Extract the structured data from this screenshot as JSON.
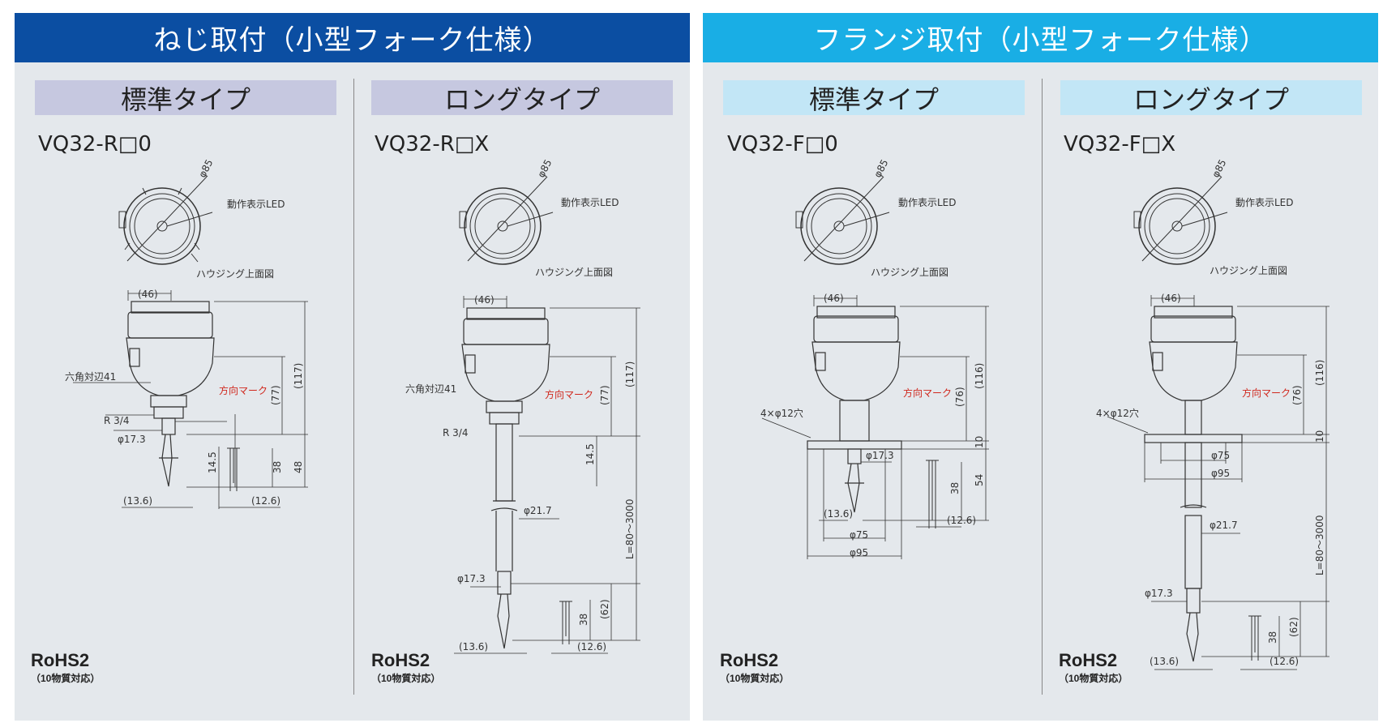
{
  "sections": [
    {
      "title": "ねじ取付（小型フォーク仕様）",
      "variants": [
        {
          "title": "標準タイプ",
          "model": "VQ32-R□0",
          "labels": {
            "dia": "φ85",
            "led": "動作表示LED",
            "top_view": "ハウジング上面図",
            "w46": "(46)",
            "hex": "六角対辺41",
            "mark": "方向マーク",
            "thread": "R 3/4",
            "d173": "φ17.3",
            "d136": "(13.6)",
            "d126": "(12.6)",
            "v145": "14.5",
            "v117": "(117)",
            "v77": "(77)",
            "v38": "38",
            "v48": "48"
          }
        },
        {
          "title": "ロングタイプ",
          "model": "VQ32-R□X",
          "labels": {
            "dia": "φ85",
            "led": "動作表示LED",
            "top_view": "ハウジング上面図",
            "w46": "(46)",
            "hex": "六角対辺41",
            "mark": "方向マーク",
            "thread": "R 3/4",
            "d217": "φ21.7",
            "d173": "φ17.3",
            "d136": "(13.6)",
            "d126": "(12.6)",
            "v145": "14.5",
            "v117": "(117)",
            "v77": "(77)",
            "vL": "L=80～3000",
            "v62": "(62)",
            "v38": "38"
          }
        }
      ]
    },
    {
      "title": "フランジ取付（小型フォーク仕様）",
      "variants": [
        {
          "title": "標準タイプ",
          "model": "VQ32-F□0",
          "labels": {
            "dia": "φ85",
            "led": "動作表示LED",
            "top_view": "ハウジング上面図",
            "w46": "(46)",
            "mark": "方向マーク",
            "holes": "4×φ12穴",
            "d173": "φ17.3",
            "d136": "(13.6)",
            "d75": "φ75",
            "d95": "φ95",
            "d126": "(12.6)",
            "v116": "(116)",
            "v76": "(76)",
            "v10": "10",
            "v38": "38",
            "v54": "54"
          }
        },
        {
          "title": "ロングタイプ",
          "model": "VQ32-F□X",
          "labels": {
            "dia": "φ85",
            "led": "動作表示LED",
            "top_view": "ハウジング上面図",
            "w46": "(46)",
            "mark": "方向マーク",
            "holes": "4×φ12穴",
            "d75": "φ75",
            "d95": "φ95",
            "d217": "φ21.7",
            "d173": "φ17.3",
            "d136": "(13.6)",
            "d126": "(12.6)",
            "v116": "(116)",
            "v76": "(76)",
            "v10": "10",
            "vL": "L=80～3000",
            "v62": "(62)",
            "v38": "38"
          }
        }
      ]
    }
  ],
  "rohs": {
    "label": "RoHS2",
    "note": "（10物質対応）"
  },
  "colors": {
    "banner_left": "#0b4ea2",
    "banner_right": "#19aee5",
    "sub_left": "#c6c8e0",
    "sub_right": "#c2e6f6",
    "mark_red": "#d0281e"
  }
}
